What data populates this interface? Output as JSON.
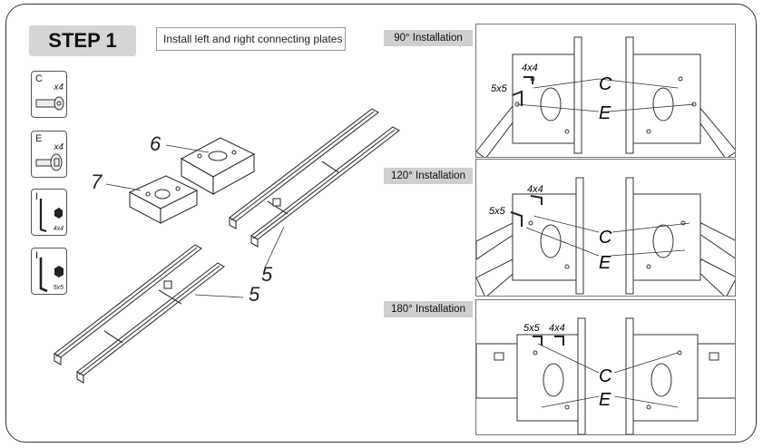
{
  "step": {
    "title": "STEP 1",
    "instruction": "Install left and right connecting plates"
  },
  "parts": [
    {
      "letter": "C",
      "qty": "x4",
      "icon": "bolt-icon"
    },
    {
      "letter": "E",
      "qty": "x4",
      "icon": "bolt-icon"
    },
    {
      "letter": "I",
      "size": "4x4",
      "icon": "hex-key-icon"
    },
    {
      "letter": "I",
      "size": "5x5",
      "icon": "hex-key-icon"
    }
  ],
  "callouts": {
    "plate_top": "6",
    "plate_left": "7",
    "rail": "5",
    "rail2": "5"
  },
  "installations": [
    {
      "label": "90° Installation",
      "key_a": "4x4",
      "key_b": "5x5",
      "bolt_c": "C",
      "bolt_e": "E"
    },
    {
      "label": "120° Installation",
      "key_a": "4x4",
      "key_b": "5x5",
      "bolt_c": "C",
      "bolt_e": "E"
    },
    {
      "label": "180° Installation",
      "key_a": "5x5",
      "key_b": "4x4",
      "bolt_c": "C",
      "bolt_e": "E"
    }
  ],
  "colors": {
    "badge": "#d6d6d6",
    "label_bg": "#cfcfcf",
    "line": "#333333"
  }
}
